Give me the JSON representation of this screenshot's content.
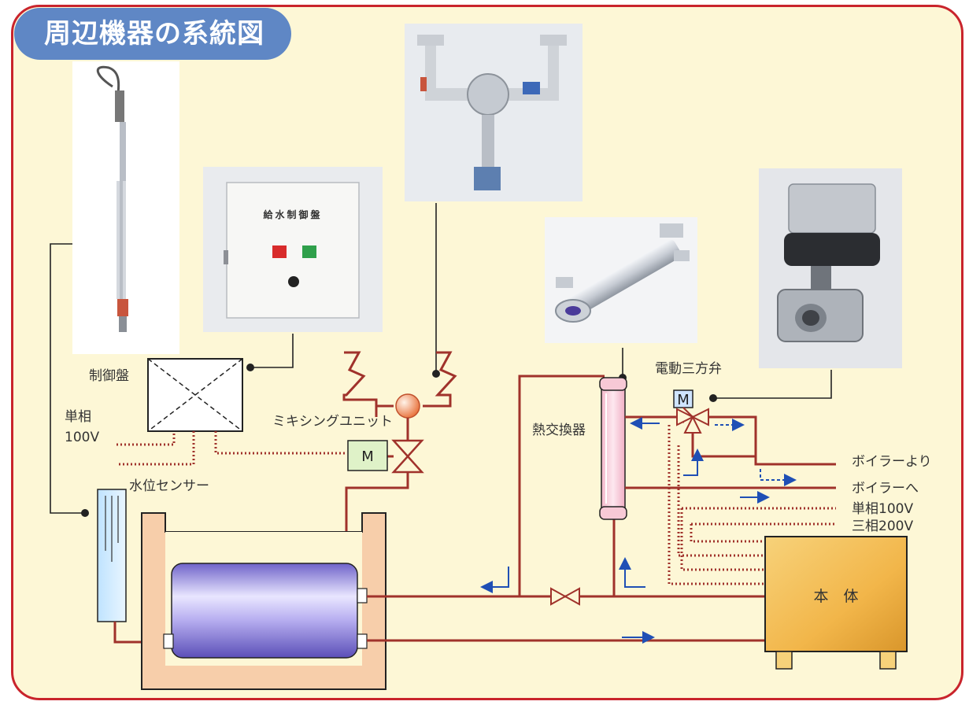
{
  "title": "周辺機器の系統図",
  "labels": {
    "control_panel": "制御盤",
    "single_phase_a": "単相",
    "single_phase_b": "100V",
    "mixing_unit": "ミキシングユニット",
    "water_level_sensor": "水位センサー",
    "heat_exchanger": "熱交換器",
    "motor_three_way_valve": "電動三方弁",
    "from_boiler": "ボイラーより",
    "to_boiler": "ボイラーへ",
    "single_phase_100v": "単相100V",
    "three_phase_200v": "三相200V",
    "main_body": "本　体",
    "motor_symbol": "M",
    "panel_photo_caption": "給水制御盤"
  },
  "colors": {
    "frame_border": "#c9242c",
    "background": "#fdf7d6",
    "title_pill": "#5f87c5",
    "pipe": "#a0322b",
    "flow_arrow": "#1f4fb5",
    "tank_outer": "#f5c8a0",
    "main_body": "#f2b64a",
    "heat_exchanger": "#f7c9d6"
  }
}
